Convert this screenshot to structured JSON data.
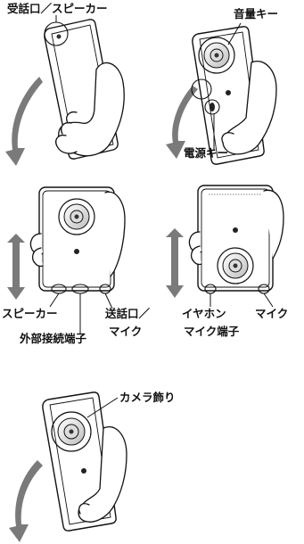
{
  "labels": {
    "receiver_speaker": "受話口／スピーカー",
    "volume_key": "音量キー",
    "power_key": "電源キー",
    "speaker": "スピーカー",
    "external_connector": "外部接続端子",
    "mouthpiece_mic_1": "送話口／",
    "mouthpiece_mic_2": "マイク",
    "earphone_mic_jack_1": "イヤホン",
    "earphone_mic_jack_2": "マイク端子",
    "mic": "マイク",
    "camera_decoration": "カメラ飾り"
  }
}
